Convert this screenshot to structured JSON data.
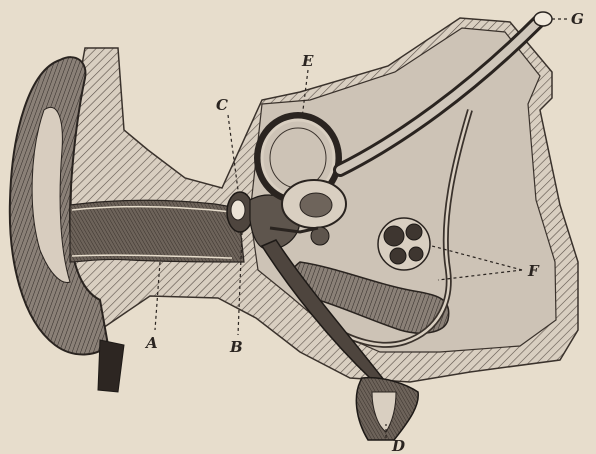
{
  "diagram": {
    "labels": {
      "A": "A",
      "B": "B",
      "C": "C",
      "D": "D",
      "E": "E",
      "F": "F",
      "G": "G"
    }
  },
  "colors": {
    "paper": "#e7ddcc",
    "ink": "#2a2420",
    "tissue": "#c9bfb3",
    "dark_tissue": "#6f655c"
  }
}
